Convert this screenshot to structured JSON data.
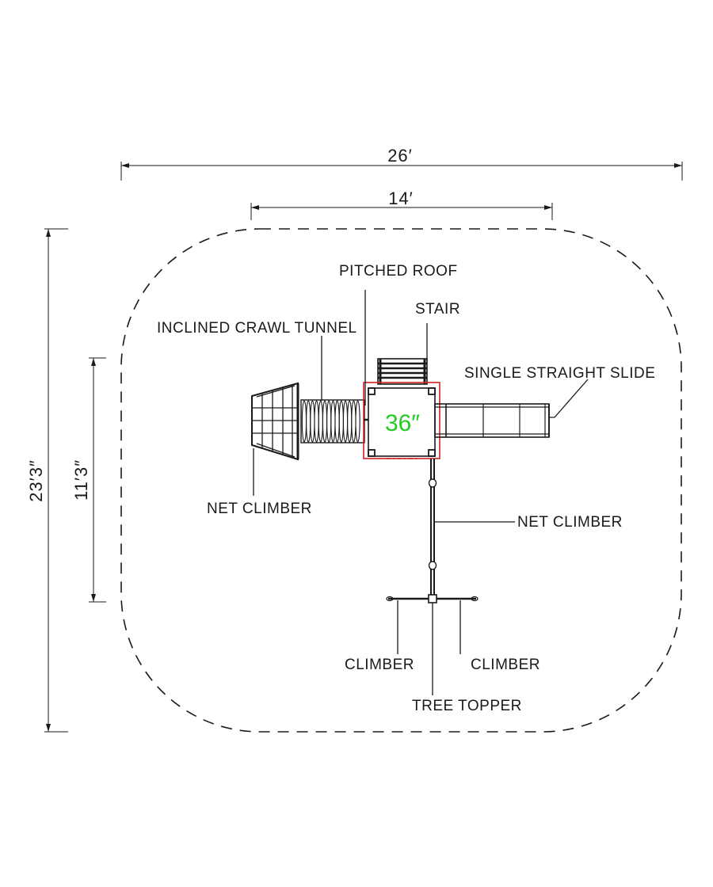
{
  "dimensions": {
    "overall_width": "26′",
    "structure_width": "14′",
    "overall_depth": "23′3″",
    "structure_depth": "11′3″"
  },
  "deck_height": "36″",
  "labels": {
    "pitched_roof": "PITCHED ROOF",
    "stair": "STAIR",
    "inclined_crawl_tunnel": "INCLINED CRAWL TUNNEL",
    "single_straight_slide": "SINGLE STRAIGHT SLIDE",
    "net_climber_left": "NET CLIMBER",
    "net_climber_right": "NET CLIMBER",
    "climber_left": "CLIMBER",
    "climber_right": "CLIMBER",
    "tree_topper": "TREE TOPPER"
  },
  "colors": {
    "line": "#1a1a1a",
    "roof_outline": "#cc2222",
    "deck_height_text": "#22cc22"
  }
}
